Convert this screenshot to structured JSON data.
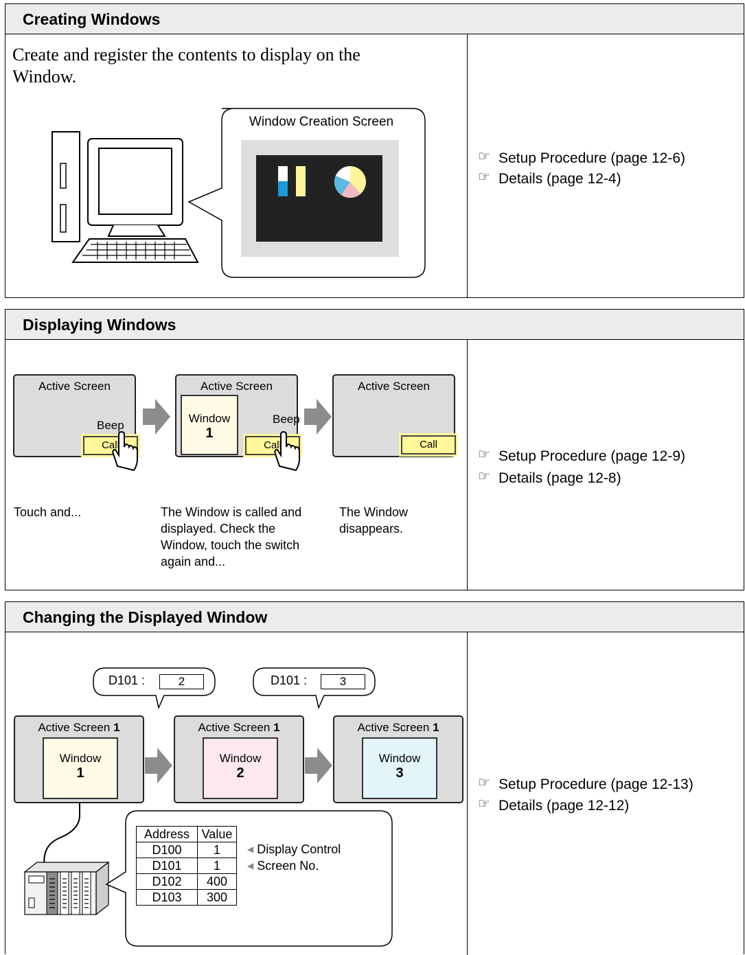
{
  "sections": [
    {
      "title": "Creating Windows",
      "intro": "Create and register the contents to display on the Window.",
      "bubble_title": "Window Creation Screen",
      "refs": [
        "Setup Procedure (page 12-6)",
        "Details (page 12-4)"
      ]
    },
    {
      "title": "Displaying Windows",
      "screens": [
        {
          "title": "Active Screen",
          "beep": "Beep",
          "call": "Call"
        },
        {
          "title": "Active Screen",
          "window_label": "Window",
          "window_num": "1",
          "beep": "Beep",
          "call": "Call"
        },
        {
          "title": "Active Screen",
          "call": "Call"
        }
      ],
      "captions": [
        "Touch and...",
        "The Window is called and displayed. Check the Window, touch the switch again and...",
        "The Window disappears."
      ],
      "refs": [
        "Setup Procedure (page 12-9)",
        "Details (page 12-8)"
      ]
    },
    {
      "title": "Changing the Displayed Window",
      "callouts": [
        {
          "label": "D101 :",
          "value": "2"
        },
        {
          "label": "D101 :",
          "value": "3"
        }
      ],
      "screens": [
        {
          "title": "Active Screen",
          "num": "1",
          "window_label": "Window",
          "window_num": "1",
          "window_color": "#fffbe6"
        },
        {
          "title": "Active Screen",
          "num": "1",
          "window_label": "Window",
          "window_num": "2",
          "window_color": "#fde8f0"
        },
        {
          "title": "Active Screen",
          "num": "1",
          "window_label": "Window",
          "window_num": "3",
          "window_color": "#e3f4fb"
        }
      ],
      "table": {
        "headers": [
          "Address",
          "Value"
        ],
        "rows": [
          [
            "D100",
            "1"
          ],
          [
            "D101",
            "1"
          ],
          [
            "D102",
            "400"
          ],
          [
            "D103",
            "300"
          ]
        ]
      },
      "annotations": [
        "Display Control",
        "Screen No."
      ],
      "refs": [
        "Setup Procedure (page 12-13)",
        "Details (page 12-12)"
      ]
    }
  ],
  "icons": {
    "reference": "pointing-hand-icon",
    "touch": "touch-hand-icon",
    "next": "gray-arrow-icon"
  }
}
